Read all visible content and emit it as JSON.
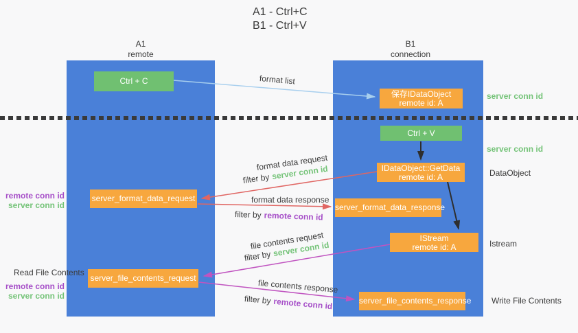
{
  "colors": {
    "bg": "#f8f8f9",
    "lane_blue": "#4a80d8",
    "box_green": "#70c071",
    "box_orange": "#f7a73e",
    "text_dark": "#3b3b3b",
    "green_label": "#74c378",
    "purple_label": "#a64fc8",
    "arrow_blue": "#a8cfee",
    "arrow_red": "#e06663",
    "arrow_black": "#2e2e2e",
    "arrow_magenta": "#c054c0",
    "dotted": "#3a3a3a"
  },
  "title": {
    "line1": "A1 - Ctrl+C",
    "line2": "B1 - Ctrl+V"
  },
  "lanes": {
    "left": {
      "name": "A1",
      "subtitle": "remote"
    },
    "right": {
      "name": "B1",
      "subtitle": "connection"
    }
  },
  "nodes": {
    "ctrl_c": {
      "label": "Ctrl + C"
    },
    "ctrl_v": {
      "label": "Ctrl + V"
    },
    "save_idataobject": {
      "line1": "保存IDataObject",
      "line2": "remote id: A"
    },
    "getdata": {
      "line1": "IDataObject::GetData",
      "line2": "remote id: A"
    },
    "istream": {
      "line1": "IStream",
      "line2": "remote id: A"
    },
    "format_request": {
      "label": "server_format_data_request"
    },
    "format_response": {
      "label": "server_format_data_response"
    },
    "file_request": {
      "label": "server_file_contents_request"
    },
    "file_response": {
      "label": "server_file_contents_response"
    }
  },
  "edge_labels": {
    "format_list": "format list",
    "format_data_request": "format data request",
    "format_data_response": "format data response",
    "file_contents_request": "file contents request",
    "file_contents_response": "file contents response",
    "filter_by": "filter by",
    "server_conn_id": "server conn id",
    "remote_conn_id": "remote conn id"
  },
  "side_labels": {
    "server_conn_id_top": "server conn id",
    "server_conn_id_mid": "server conn id",
    "dataobject": "DataObject",
    "istream": "Istream",
    "read_file_contents": "Read File Contents",
    "write_file_contents": "Write File Contents",
    "left_group1": {
      "remote": "remote conn id",
      "server": "server conn id"
    },
    "left_group2": {
      "remote": "remote conn id",
      "server": "server conn id"
    }
  }
}
